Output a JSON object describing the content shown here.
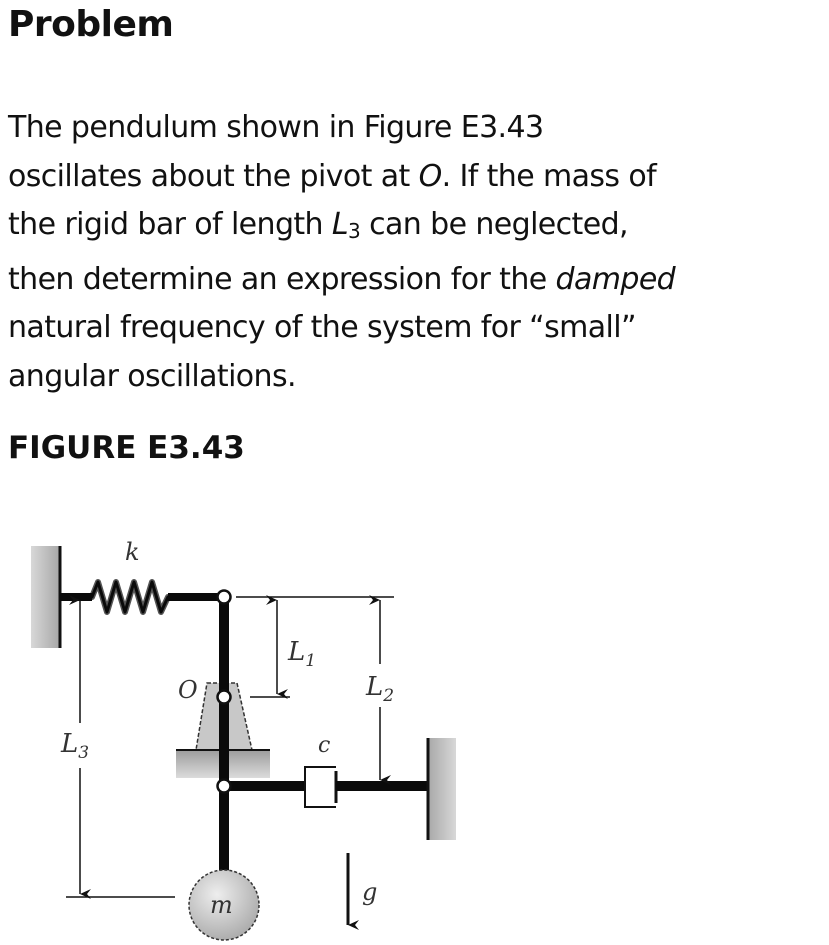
{
  "header": {
    "title": "Problem"
  },
  "problem": {
    "lines": [
      {
        "segments": [
          {
            "text": "The pendulum shown in Figure E3.43"
          }
        ]
      },
      {
        "segments": [
          {
            "text": "oscillates about the pivot at "
          },
          {
            "text": "O",
            "italic": true
          },
          {
            "text": ". If the mass of"
          }
        ]
      },
      {
        "segments": [
          {
            "text": "the rigid bar of length "
          },
          {
            "text": "L",
            "italic": true
          },
          {
            "text": "3",
            "sub": true
          },
          {
            "text": " can be neglected,"
          }
        ]
      },
      {
        "segments": [
          {
            "text": "then determine an expression for the "
          },
          {
            "text": "damped",
            "italic": true
          }
        ]
      },
      {
        "segments": [
          {
            "text": "natural frequency of the system for “small”"
          }
        ]
      },
      {
        "segments": [
          {
            "text": "angular oscillations."
          }
        ]
      }
    ],
    "p1": "The pendulum shown in Figure E3.43",
    "p2a": "oscillates about the pivot at ",
    "p2b": "O",
    "p2c": ". If the mass of",
    "p3a": "the rigid bar of length ",
    "p3b": "L",
    "p3sub": "3",
    "p3c": " can be neglected,",
    "p4a": "then determine an expression for the ",
    "p4b": "damped",
    "p5": "natural frequency of the system for “small”",
    "p6": "angular oscillations."
  },
  "figure": {
    "caption": "FIGURE E3.43",
    "labels": {
      "spring": "k",
      "pivot": "O",
      "length1": "L",
      "length1_sub": "1",
      "length2": "L",
      "length2_sub": "2",
      "length3": "L",
      "length3_sub": "3",
      "damper": "c",
      "mass": "m",
      "gravity": "g"
    },
    "colors": {
      "wall_fill": "#c4c4c4",
      "support_fill": "#c8c8c8",
      "bar": "#0a0a0a",
      "mass_fill": "#cfcfcf"
    }
  }
}
